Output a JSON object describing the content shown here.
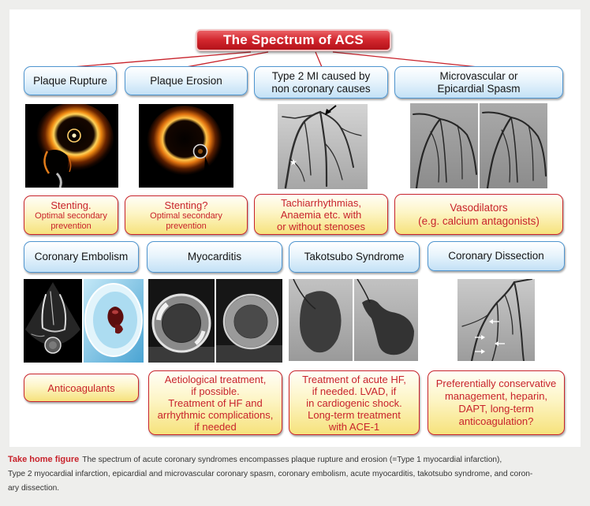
{
  "figure": {
    "title": "The Spectrum of ACS",
    "top_row": [
      {
        "name": [
          "Plaque Rupture"
        ],
        "treatment": [
          "Stenting.",
          "Optimal secondary",
          "prevention"
        ]
      },
      {
        "name": [
          "Plaque Erosion"
        ],
        "treatment": [
          "Stenting?",
          "Optimal secondary",
          "prevention"
        ]
      },
      {
        "name": [
          "Type 2 MI caused by",
          "non coronary causes"
        ],
        "treatment": [
          "Tachiarrhythmias,",
          "Anaemia etc. with",
          "or without stenoses"
        ]
      },
      {
        "name": [
          "Microvascular or",
          "Epicardial Spasm"
        ],
        "treatment": [
          "Vasodilators",
          "(e.g. calcium antagonists)"
        ]
      }
    ],
    "bottom_row": [
      {
        "name": [
          "Coronary Embolism"
        ],
        "treatment": [
          "Anticoagulants"
        ]
      },
      {
        "name": [
          "Myocarditis"
        ],
        "treatment": [
          "Aetiological treatment,",
          "if possible.",
          "Treatment of HF and",
          "arrhythmic complications,",
          "if needed"
        ]
      },
      {
        "name": [
          "Takotsubo Syndrome"
        ],
        "treatment": [
          "Treatment of acute HF,",
          "if needed. LVAD, if",
          "in cardiogenic shock.",
          "Long-term treatment",
          "with ACE-1"
        ]
      },
      {
        "name": [
          "Coronary Dissection"
        ],
        "treatment": [
          "Preferentially conservative",
          "management, heparin,",
          "DAPT, long-term",
          "anticoagulation?"
        ]
      }
    ]
  },
  "caption": {
    "label": "Take home figure",
    "lines": [
      "The spectrum of acute coronary syndromes encompasses plaque rupture and erosion (=Type 1 myocardial infarction),",
      "Type 2 myocardial infarction, epicardial and microvascular coronary spasm, coronary embolism, acute myocarditis, takotsubo syndrome, and coron-",
      "ary dissection."
    ]
  },
  "colors": {
    "title_red": "#d2262d",
    "connector_red": "#c8232c",
    "mechanism_box_border": "#4f95cf",
    "mechanism_box_fill": "#c3e1f6",
    "treatment_box_border": "#c8232c",
    "treatment_box_fill": "#f6e27c",
    "treatment_text": "#c8232c",
    "caption_label": "#c8232c"
  },
  "icons": [
    "black-arrow-icon",
    "white-star-icon",
    "white-arrow-icon"
  ]
}
